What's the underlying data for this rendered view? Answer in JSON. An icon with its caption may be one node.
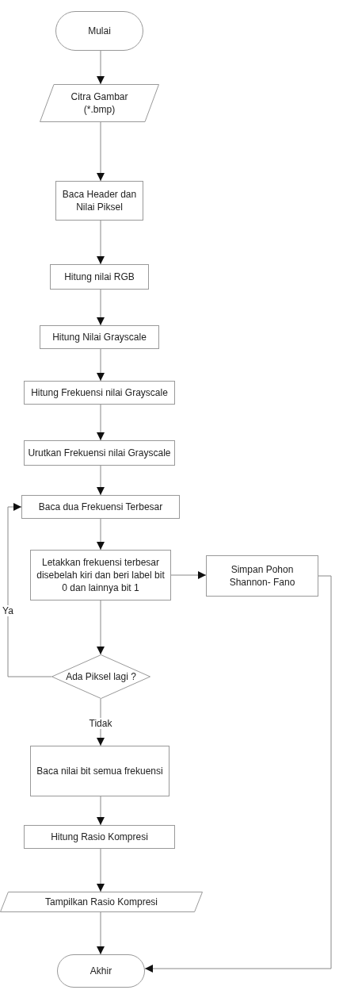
{
  "diagram": {
    "nodes": [
      {
        "text": [
          "Mulai"
        ]
      },
      {
        "text": [
          "Citra Gambar (*.bmp)"
        ]
      },
      {
        "text": [
          "Baca Header dan Nilai Piksel"
        ]
      },
      {
        "text": [
          "Hitung nilai RGB"
        ]
      },
      {
        "text": [
          "Hitung Nilai Grayscale"
        ]
      },
      {
        "text": [
          "Hitung Frekuensi nilai Grayscale"
        ]
      },
      {
        "text": [
          "Urutkan Frekuensi nilai Grayscale"
        ]
      },
      {
        "text": [
          "Baca dua Frekuensi Terbesar"
        ]
      },
      {
        "text": [
          "Letakkan frekuensi terbesar disebelah kiri dan beri label bit 0 dan lainnya bit 1"
        ]
      },
      {
        "text": [
          "Simpan Pohon Shannon- Fano"
        ]
      },
      {
        "text": [
          "Ada Piksel lagi ?"
        ]
      },
      {
        "text": [
          "Baca nilai bit semua frekuensi"
        ]
      },
      {
        "text": [
          "Hitung Rasio Kompresi"
        ]
      },
      {
        "text": [
          "Tampilkan Rasio Kompresi"
        ]
      },
      {
        "text": [
          "Akhir"
        ]
      }
    ],
    "edges": [
      {
        "from": 0,
        "to": 1,
        "arrow": "to"
      },
      {
        "from": 1,
        "to": 2,
        "arrow": "to"
      },
      {
        "from": 2,
        "to": 3,
        "arrow": "to"
      },
      {
        "from": 3,
        "to": 4,
        "arrow": "to"
      },
      {
        "from": 4,
        "to": 5,
        "arrow": "to"
      },
      {
        "from": 5,
        "to": 6,
        "arrow": "to"
      },
      {
        "from": 6,
        "to": 7,
        "arrow": "to"
      },
      {
        "from": 7,
        "to": 8,
        "arrow": "to"
      },
      {
        "from": 8,
        "to": 9,
        "arrow": "to"
      },
      {
        "from": 8,
        "to": 10,
        "arrow": "to"
      },
      {
        "from": 10,
        "to": 7,
        "arrow": "to",
        "label": "Ya"
      },
      {
        "from": 10,
        "to": 11,
        "arrow": "to",
        "label": "Tidak"
      },
      {
        "from": 11,
        "to": 12,
        "arrow": "to"
      },
      {
        "from": 12,
        "to": 13,
        "arrow": "to"
      },
      {
        "from": 13,
        "to": 14,
        "arrow": "to"
      },
      {
        "from": 9,
        "to": 14,
        "arrow": "to"
      }
    ]
  }
}
